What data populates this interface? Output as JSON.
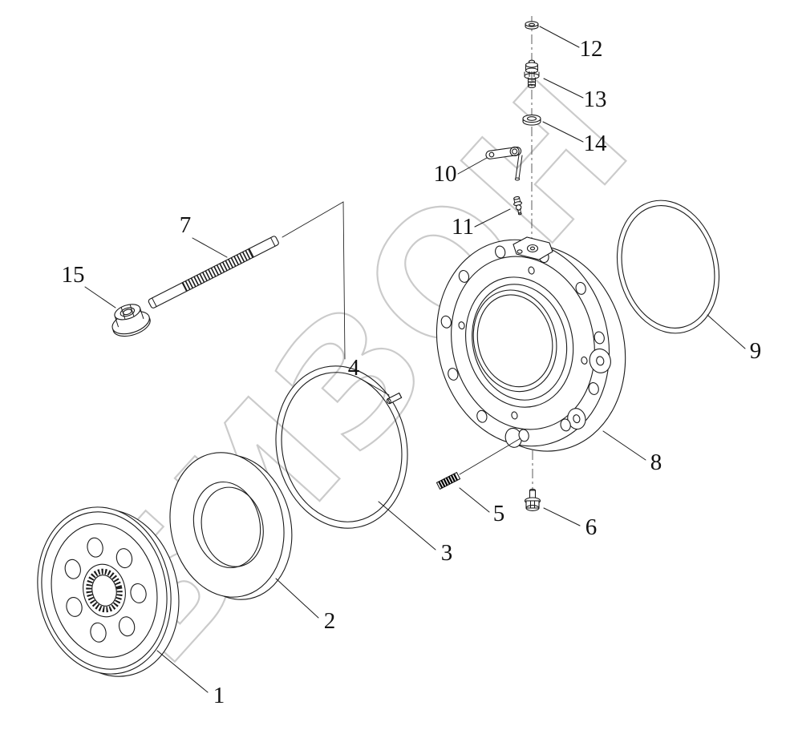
{
  "diagram": {
    "watermark": "БИЗОН",
    "part_labels": [
      "1",
      "2",
      "3",
      "4",
      "5",
      "6",
      "7",
      "8",
      "9",
      "10",
      "11",
      "12",
      "13",
      "14",
      "15"
    ],
    "colors": {
      "line": "#1b1b1b",
      "watermark": "#cbcbcb",
      "background": "#ffffff"
    }
  }
}
